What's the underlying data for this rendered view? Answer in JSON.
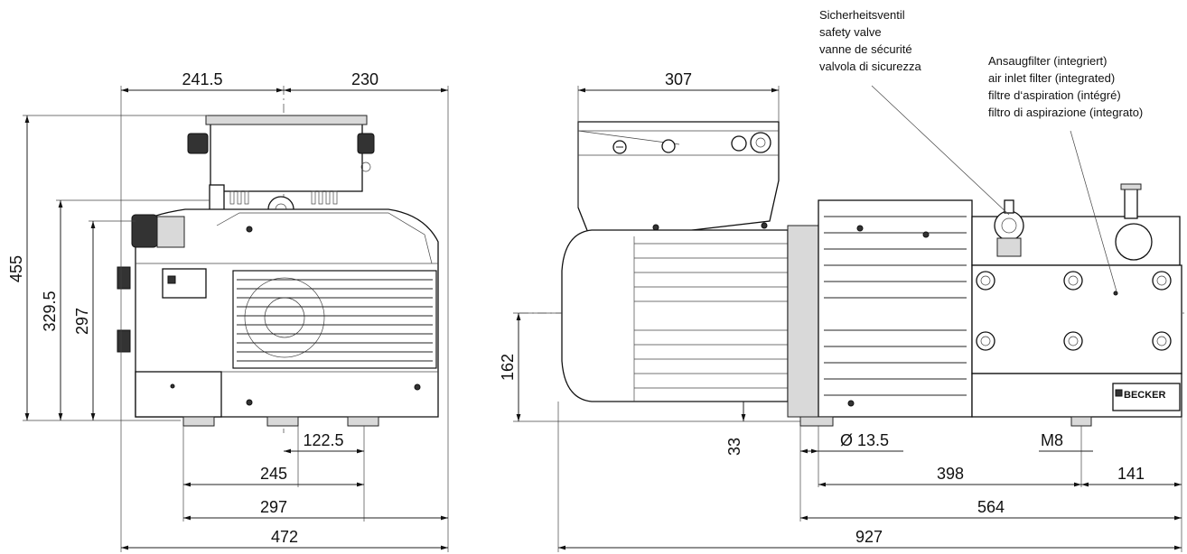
{
  "front_view": {
    "dims": {
      "upper_left": "241.5",
      "upper_right": "230",
      "height_total": "455",
      "height_mid": "329.5",
      "height_body": "297",
      "foot_offset": "122.5",
      "foot_pitch": "245",
      "foot_span": "297",
      "width_total": "472"
    }
  },
  "side_view": {
    "dims": {
      "box_width": "307",
      "axis_height": "162",
      "foot_height": "33",
      "hole_diameter": "Ø 13.5",
      "thread": "M8",
      "foot_to_filter": "398",
      "filter_end": "141",
      "base_length": "564",
      "overall_length": "927"
    },
    "callouts": {
      "safety_valve": [
        "Sicherheitsventil",
        "safety valve",
        "vanne de sécurité",
        "valvola di sicurezza"
      ],
      "inlet_filter": [
        "Ansaugfilter (integriert)",
        "air inlet filter (integrated)",
        "filtre d‘aspiration (intégré)",
        "filtro di aspirazione (integrato)"
      ]
    },
    "brand": "BECKER"
  }
}
